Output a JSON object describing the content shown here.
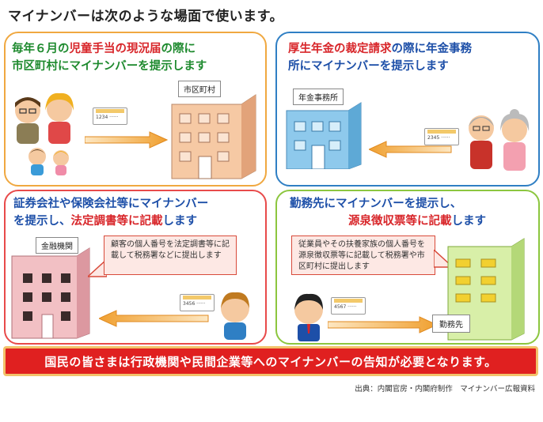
{
  "title": "マイナンバーは次のような場面で使います。",
  "panels": {
    "p1": {
      "line1_pre": "毎年６月の",
      "line1_mid": "児童手当の現況届",
      "line1_post": "の際に",
      "line2": "市区町村にマイナンバーを提示します",
      "building_label": "市区町村",
      "card_number": "1234 ······"
    },
    "p2": {
      "line1_pre": "厚生年金の裁定請求",
      "line1_post": "の際に年金事務",
      "line2": "所にマイナンバーを提示します",
      "building_label": "年金事務所",
      "card_number": "2345 ······"
    },
    "p3": {
      "line1": "証券会社や保険会社等にマイナンバー",
      "line2_pre": "を提示し、",
      "line2_mid": "法定調書等に記載",
      "line2_post": "します",
      "building_label": "金融機関",
      "note": "顧客の個人番号を法定調書等に記載して税務署などに提出します",
      "card_number": "3456 ······"
    },
    "p4": {
      "line1": "勤務先にマイナンバーを提示し、",
      "line2_pre": "源泉徴収票等に記載",
      "line2_post": "します",
      "building_label": "勤務先",
      "note": "従業員やその扶養家族の個人番号を源泉徴収票等に記載して税務署や市区町村に提出します",
      "card_number": "4567 ······"
    }
  },
  "banner": "国民の皆さまは行政機関や民間企業等へのマイナンバーの告知が必要となります。",
  "source": "出典：内閣官房・内閣府制作　マイナンバー広報資料",
  "colors": {
    "orange": "#f0a840",
    "blue": "#2f7fc4",
    "red": "#e84a4a",
    "green": "#8cc63f",
    "banner": "#e02020"
  }
}
